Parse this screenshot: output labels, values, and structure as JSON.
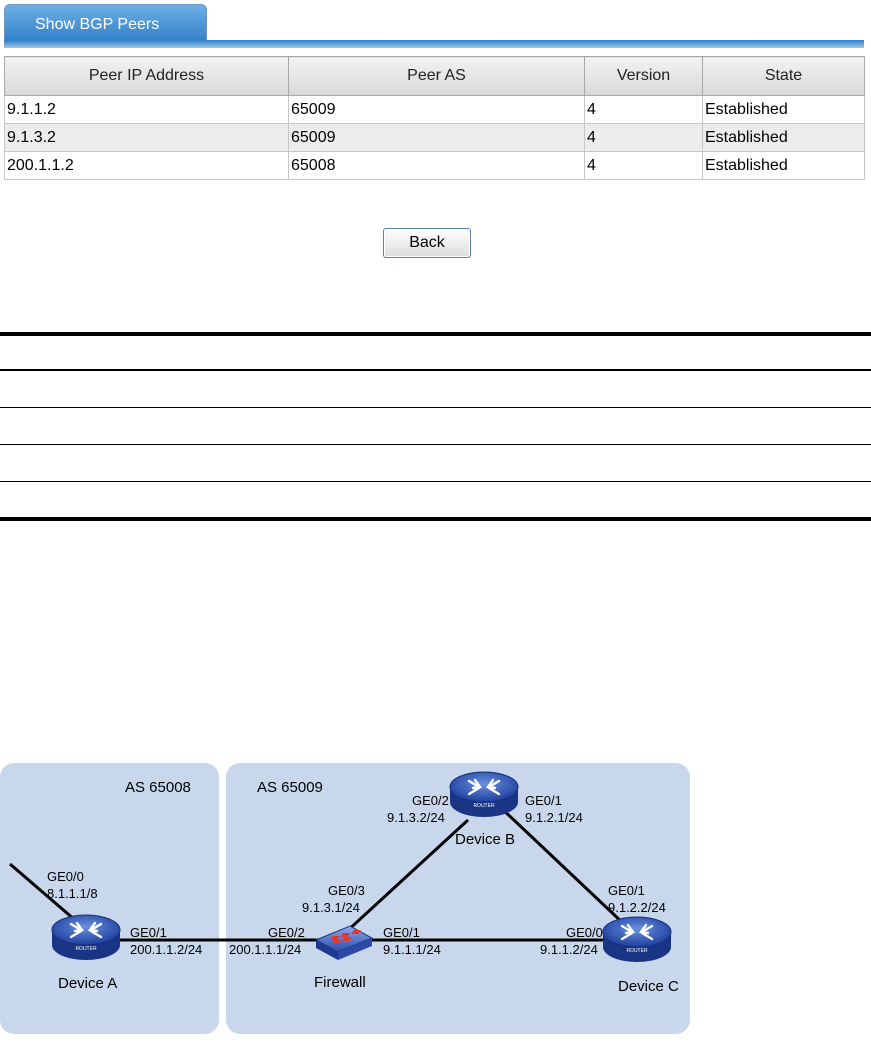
{
  "tab": {
    "title": "Show BGP Peers"
  },
  "table": {
    "headers": [
      "Peer IP Address",
      "Peer AS",
      "Version",
      "State"
    ],
    "rows": [
      [
        "9.1.1.2",
        "65009",
        "4",
        "Established"
      ],
      [
        "9.1.3.2",
        "65009",
        "4",
        "Established"
      ],
      [
        "200.1.1.2",
        "65008",
        "4",
        "Established"
      ]
    ]
  },
  "buttons": {
    "back": "Back"
  },
  "diagram": {
    "as_left": "AS 65008",
    "as_right": "AS 65009",
    "devices": {
      "a": "Device A",
      "b": "Device B",
      "c": "Device C",
      "fw": "Firewall"
    },
    "router_badge": "ROUTER",
    "labels": {
      "a_ge00": "GE0/0",
      "a_ip00": "8.1.1.1/8",
      "a_ge01": "GE0/1",
      "a_ip01": "200.1.1.2/24",
      "fw_ge02": "GE0/2",
      "fw_ip02": "200.1.1.1/24",
      "fw_ge03": "GE0/3",
      "fw_ip03": "9.1.3.1/24",
      "fw_ge01": "GE0/1",
      "fw_ip01": "9.1.1.1/24",
      "b_ge02": "GE0/2",
      "b_ip02": "9.1.3.2/24",
      "b_ge01": "GE0/1",
      "b_ip01": "9.1.2.1/24",
      "c_ge01": "GE0/1",
      "c_ip01": "9.1.2.2/24",
      "c_ge00": "GE0/0",
      "c_ip00": "9.1.1.2/24"
    }
  }
}
